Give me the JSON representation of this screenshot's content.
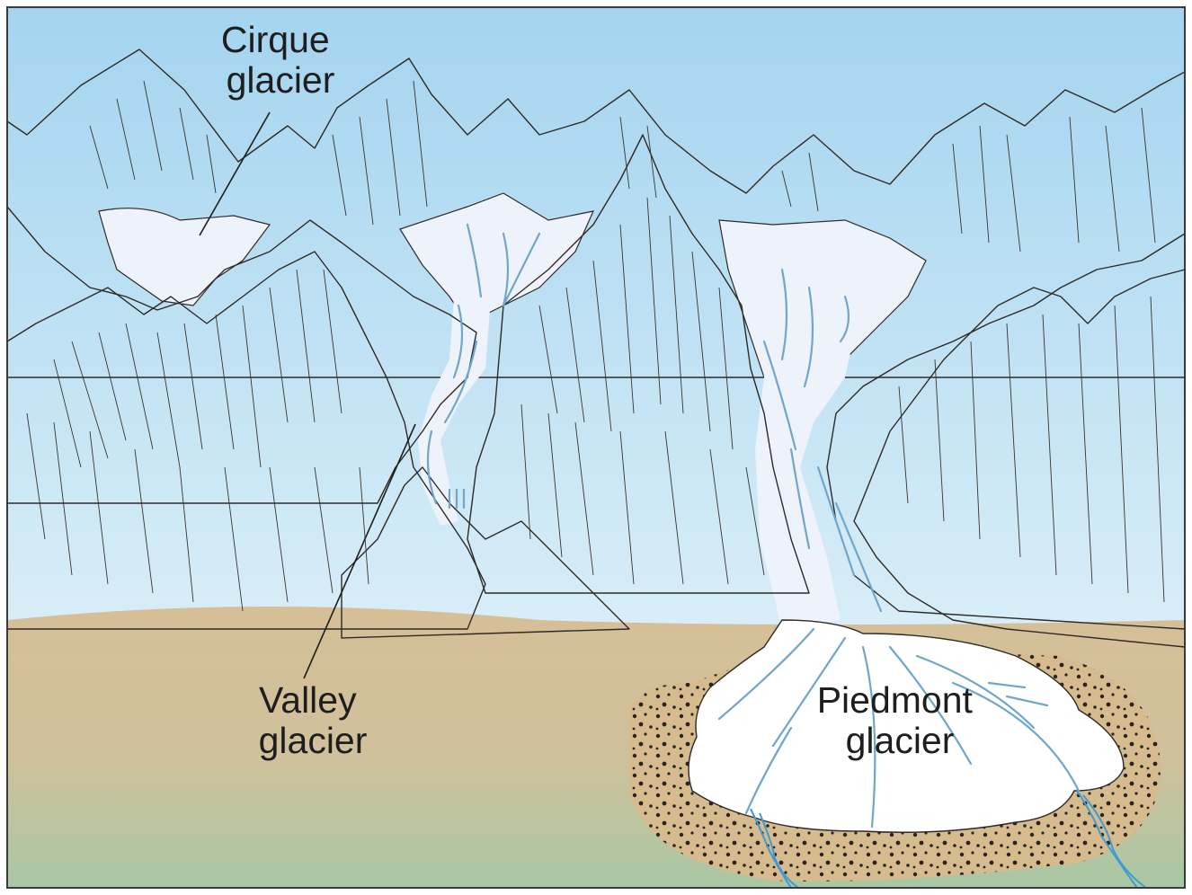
{
  "labels": {
    "cirque": [
      "Cirque",
      "glacier"
    ],
    "valley": [
      "Valley",
      "glacier"
    ],
    "piedmont": [
      "Piedmont",
      "glacier"
    ]
  },
  "colors": {
    "sky_top": "#a4d4ef",
    "sky_bottom": "#eef8fb",
    "rock_shade": "#b3aeac",
    "rock_light": "#d8bd96",
    "ground_tan": "#d6bf97",
    "ground_green": "#a8c7a4",
    "ice": "#eef2fa",
    "piedmont_ice": "#ffffff",
    "crevasse": "#6fa6c9",
    "meltwater": "#3f9bd3",
    "outline": "#2f2a26"
  }
}
